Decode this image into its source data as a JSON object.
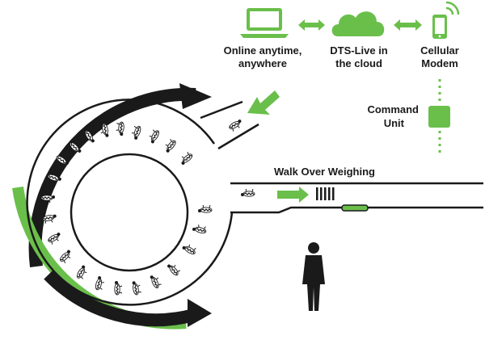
{
  "nodes": {
    "online": {
      "label_line1": "Online anytime,",
      "label_line2": "anywhere",
      "icon": "laptop-icon"
    },
    "cloud": {
      "label_line1": "DTS-Live in",
      "label_line2": "the cloud",
      "icon": "cloud-icon"
    },
    "modem": {
      "label_line1": "Cellular",
      "label_line2": "Modem",
      "icon": "phone-signal-icon"
    },
    "command": {
      "label_line1": "Command",
      "label_line2": "Unit",
      "icon": "command-unit-box"
    }
  },
  "weighing": {
    "label": "Walk Over Weighing"
  },
  "colors": {
    "accent": "#6abf4b",
    "dark": "#1a1a1a",
    "background": "#ffffff"
  },
  "icons": {
    "flow_arrow": "green-arrow-icon",
    "person": "person-silhouette",
    "livestock": "sheep-herd-icon",
    "scale": "weighing-platform"
  }
}
